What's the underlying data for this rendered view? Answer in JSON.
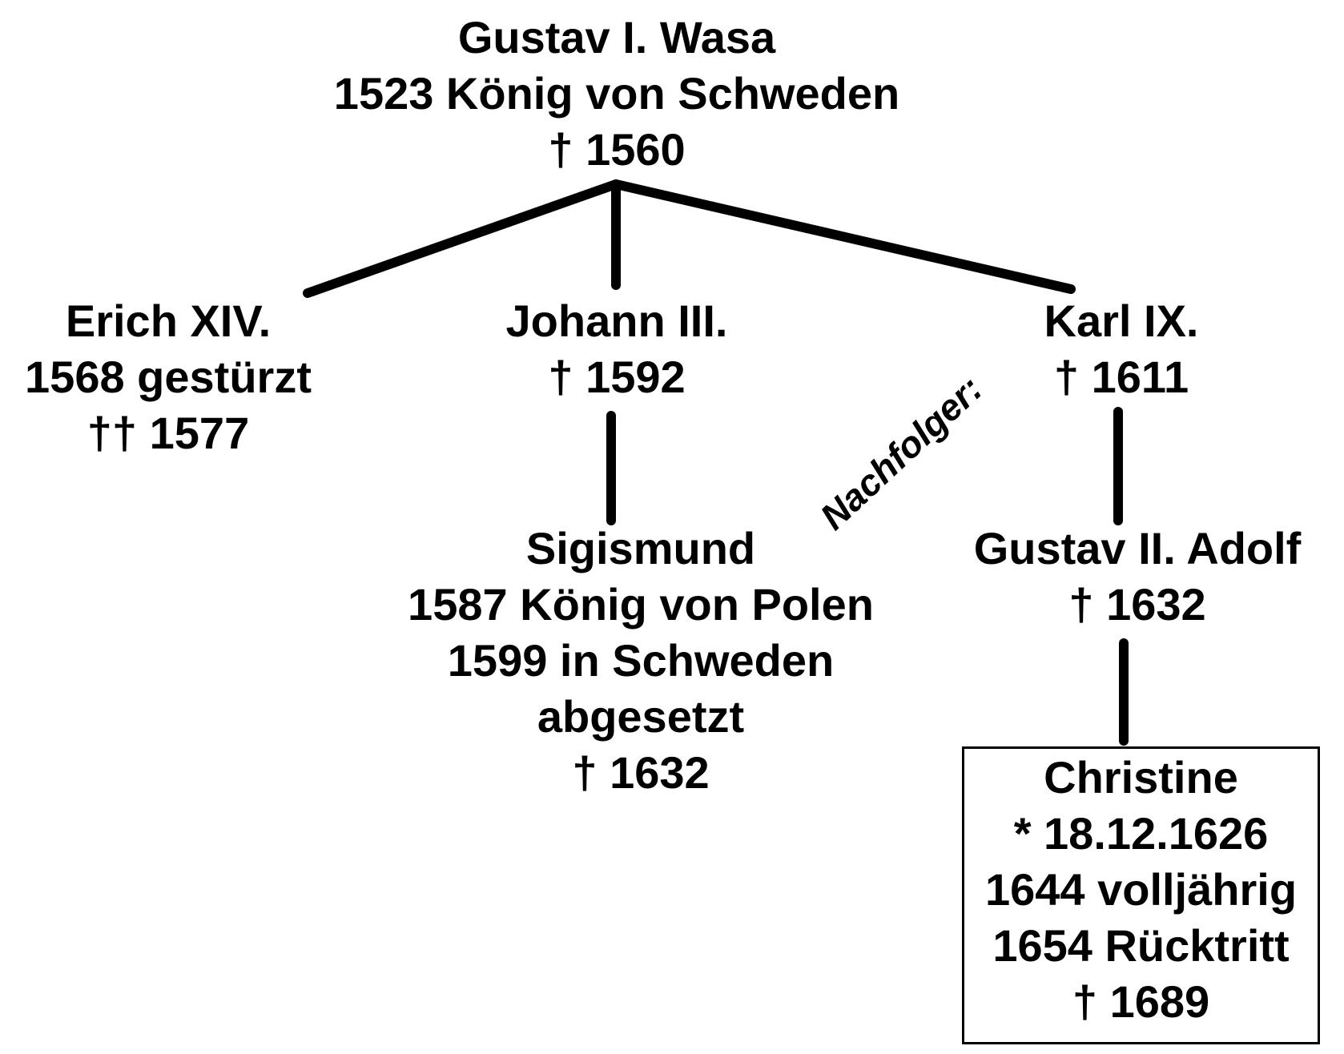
{
  "nodes": {
    "gustav1": [
      "Gustav I. Wasa",
      "1523 König von Schweden",
      "† 1560"
    ],
    "erich": [
      "Erich XIV.",
      "1568 gestürzt",
      "†† 1577"
    ],
    "johann": [
      "Johann III.",
      "† 1592"
    ],
    "karl": [
      "Karl IX.",
      "† 1611"
    ],
    "sigismund": [
      "Sigismund",
      "1587 König von Polen",
      "1599 in Schweden",
      "abgesetzt",
      "† 1632"
    ],
    "gustav2": [
      "Gustav II. Adolf",
      "† 1632"
    ],
    "christine": [
      "Christine",
      "* 18.12.1626",
      "1644 volljährig",
      "1654 Rücktritt",
      "† 1689"
    ]
  },
  "labels": {
    "successor": "Nachfolger:"
  },
  "colors": {
    "line": "#000000",
    "text": "#000000",
    "background": "#ffffff"
  }
}
